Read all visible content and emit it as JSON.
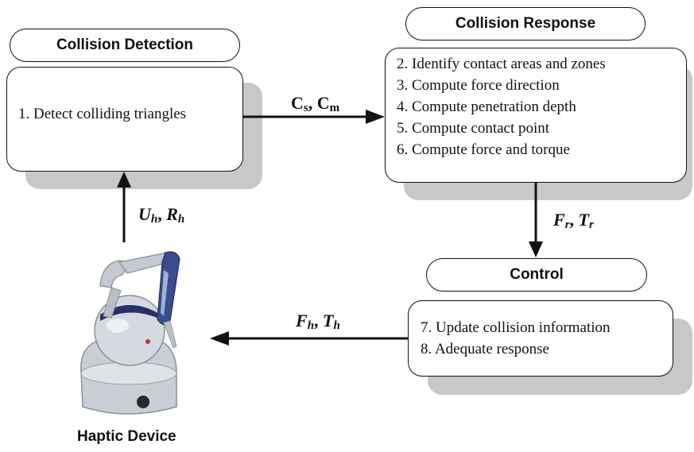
{
  "detection": {
    "title": "Collision Detection",
    "steps": [
      "1. Detect colliding triangles"
    ]
  },
  "response": {
    "title": "Collision Response",
    "steps": [
      "2. Identify contact areas and zones",
      "3. Compute force direction",
      "4. Compute penetration depth",
      "5. Compute contact point",
      "6. Compute force and torque"
    ]
  },
  "control": {
    "title": "Control",
    "steps": [
      "7. Update collision information",
      "8. Adequate response"
    ]
  },
  "device": {
    "caption": "Haptic Device"
  },
  "edges": {
    "cs_cm": {
      "a": "C",
      "a_sub": "s",
      "sep": ", ",
      "b": "C",
      "b_sub": "m"
    },
    "uh_rh": {
      "a": "U",
      "a_sub": "h",
      "sep": ", ",
      "b": "R",
      "b_sub": "h"
    },
    "fr_tr": {
      "a": "F",
      "a_sub": "r",
      "sep": ", ",
      "b": "T",
      "b_sub": "r"
    },
    "fh_th": {
      "a": "F",
      "a_sub": "h",
      "sep": ", ",
      "b": "T",
      "b_sub": "h"
    }
  }
}
